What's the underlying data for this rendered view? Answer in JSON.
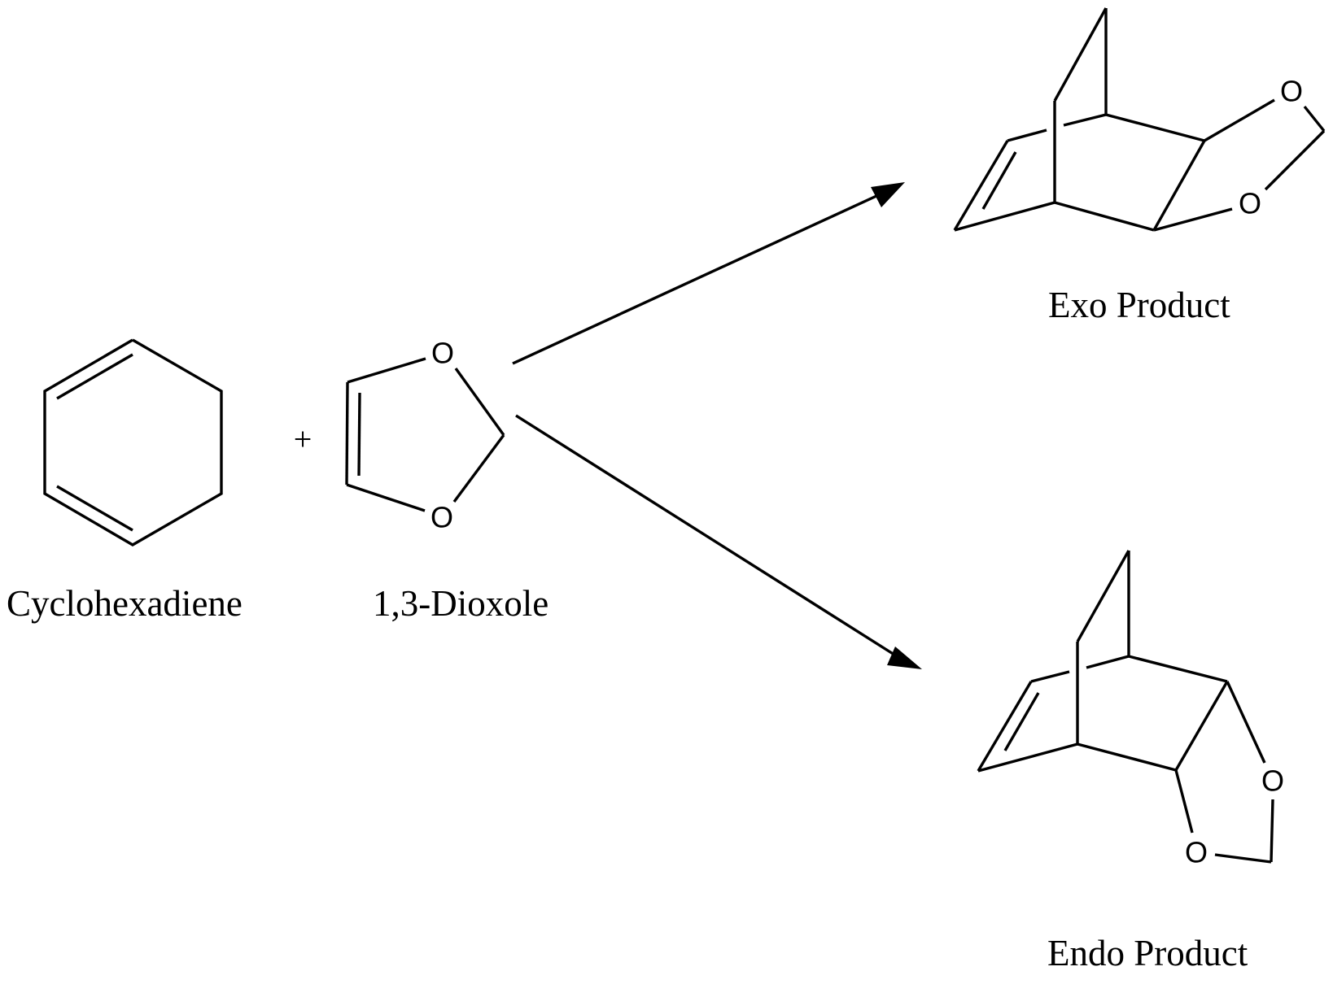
{
  "diagram": {
    "type": "reaction-scheme",
    "reaction": "Diels-Alder cycloaddition",
    "plus_sign": "+",
    "reactants": [
      {
        "id": "cyclohexadiene",
        "label": "Cyclohexadiene"
      },
      {
        "id": "dioxole",
        "label": "1,3-Dioxole",
        "atom_labels": [
          "O",
          "O"
        ]
      }
    ],
    "products": [
      {
        "id": "exo",
        "label": "Exo Product",
        "atom_labels": [
          "O",
          "O"
        ]
      },
      {
        "id": "endo",
        "label": "Endo Product",
        "atom_labels": [
          "O",
          "O"
        ]
      }
    ],
    "arrows": [
      {
        "from": "reactants",
        "to": "exo"
      },
      {
        "from": "reactants",
        "to": "endo"
      }
    ],
    "colors": {
      "ink": "#000000",
      "background": "#ffffff"
    }
  }
}
